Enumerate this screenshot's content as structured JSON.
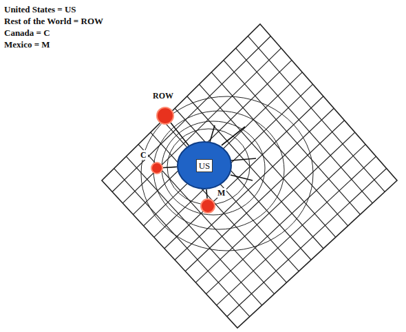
{
  "diagram": {
    "nodes": [
      {
        "text": [
          "US"
        ]
      },
      {
        "text": [
          "ROW"
        ]
      },
      {
        "text": [
          "C"
        ]
      },
      {
        "text": [
          "M"
        ]
      }
    ],
    "edges": [
      {
        "from": 0,
        "to": 1,
        "arrow": "none"
      },
      {
        "from": 0,
        "to": 2,
        "arrow": "none"
      },
      {
        "from": 0,
        "to": 3,
        "arrow": "none"
      }
    ],
    "labels": [
      "United States = US",
      "Rest of the World = ROW",
      "Canada = C",
      "Mexico = M"
    ]
  }
}
